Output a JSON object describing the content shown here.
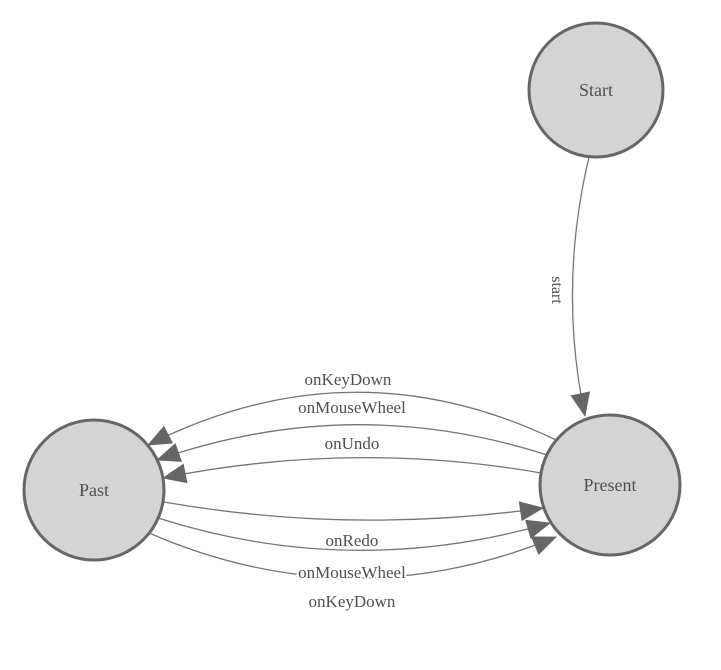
{
  "diagram": {
    "type": "state-machine",
    "colors": {
      "background": "#ffffff",
      "node_fill": "#d4d4d4",
      "node_border": "#666666",
      "edge_line": "#757575",
      "arrowhead": "#666666",
      "label_text": "#4f4f4f"
    },
    "nodes": [
      {
        "id": "start",
        "label": "Start"
      },
      {
        "id": "present",
        "label": "Present"
      },
      {
        "id": "past",
        "label": "Past"
      }
    ],
    "edges": [
      {
        "label": "start",
        "from": "Start",
        "to": "Present"
      },
      {
        "label": "onKeyDown",
        "from": "Present",
        "to": "Past"
      },
      {
        "label": "onMouseWheel",
        "from": "Present",
        "to": "Past"
      },
      {
        "label": "onUndo",
        "from": "Present",
        "to": "Past"
      },
      {
        "label": "onRedo",
        "from": "Past",
        "to": "Present"
      },
      {
        "label": "onMouseWheel",
        "from": "Past",
        "to": "Present"
      },
      {
        "label": "onKeyDown",
        "from": "Past",
        "to": "Present"
      }
    ]
  }
}
